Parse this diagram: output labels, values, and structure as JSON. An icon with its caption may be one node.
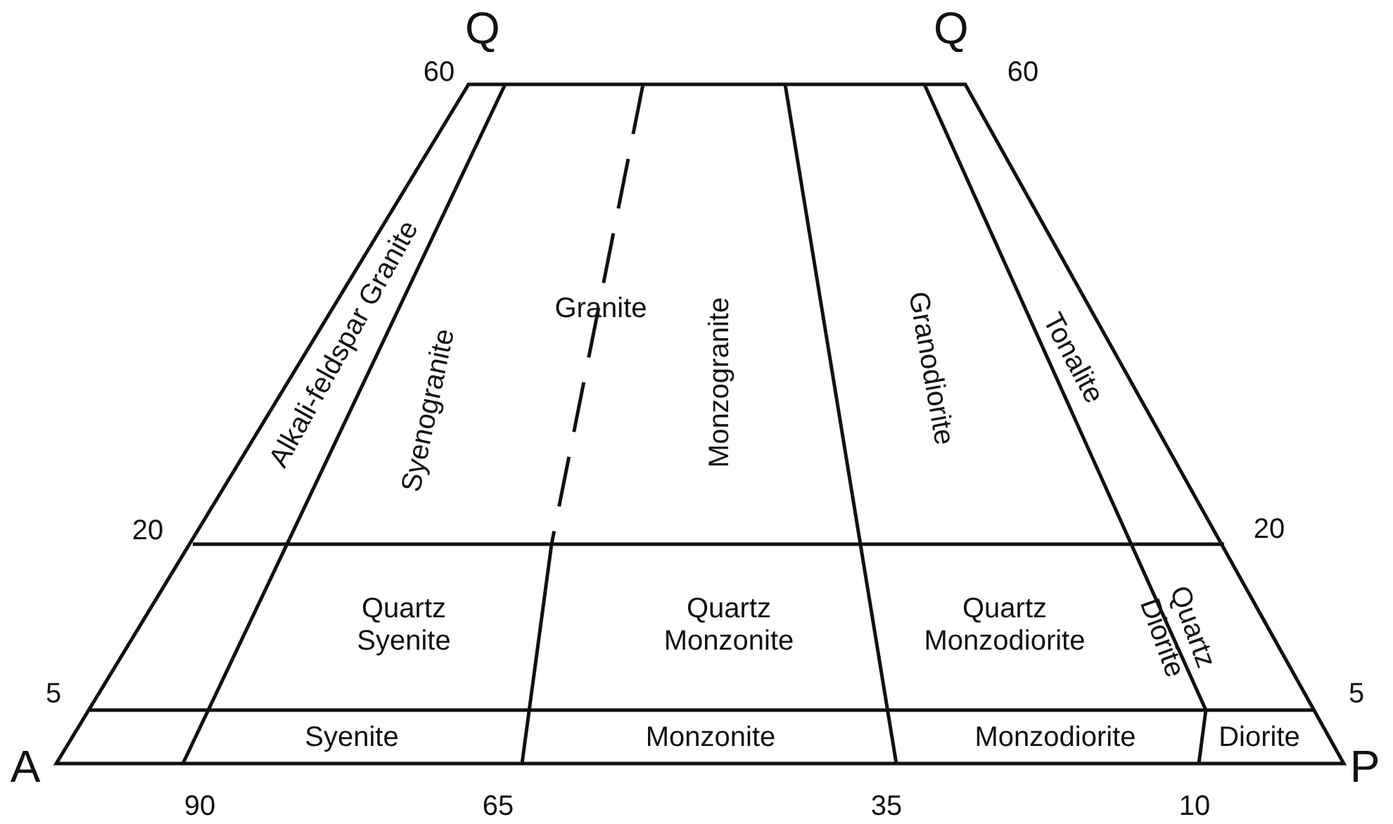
{
  "diagram": {
    "labels": [
      "Q",
      "Q",
      "60",
      "60",
      "Alkali-feldspar Granite",
      "Syenogranite",
      "Granite",
      "Monzogranite",
      "Granodiorite",
      "Tonalite",
      "20",
      "20",
      "Quartz Syenite",
      "Quartz Monzonite",
      "Quartz Monzodiorite",
      "Quartz Diorite",
      "5",
      "5",
      "A",
      "Syenite",
      "Monzonite",
      "Monzodiorite",
      "Diorite",
      "P",
      "90",
      "65",
      "35",
      "10"
    ]
  }
}
